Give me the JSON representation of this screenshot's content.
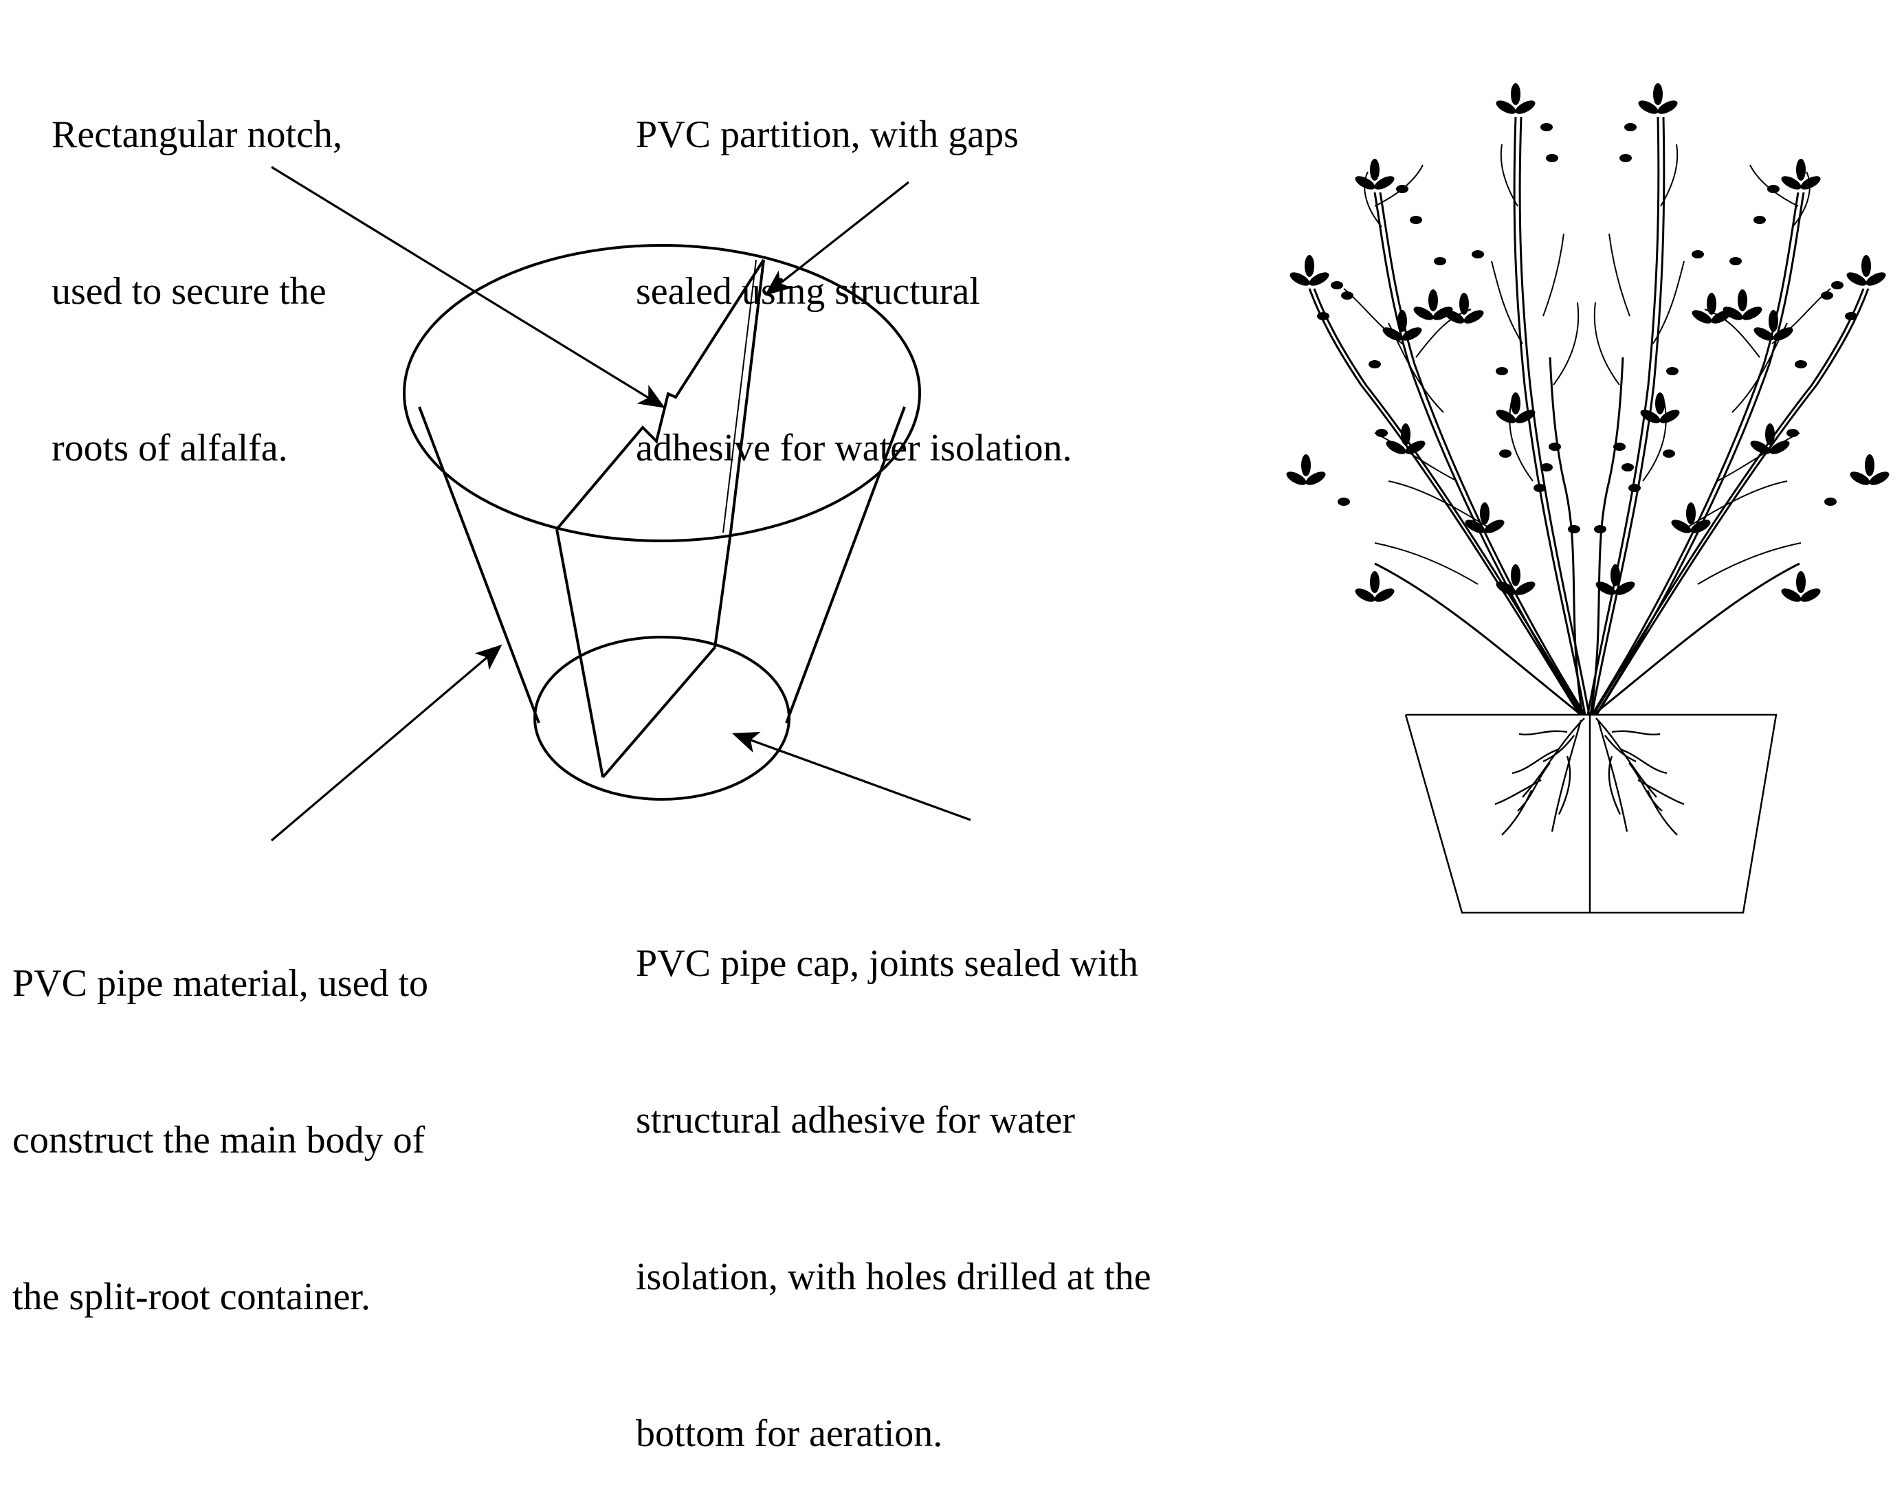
{
  "annotations": {
    "notch": {
      "lines": [
        "Rectangular notch,",
        "used to secure the",
        "roots of alfalfa."
      ]
    },
    "partition": {
      "lines": [
        "PVC partition, with gaps",
        "sealed using structural",
        "adhesive for water isolation."
      ]
    },
    "pipe_material": {
      "lines": [
        "PVC pipe material, used to",
        "construct the main body of",
        "the split-root container."
      ]
    },
    "pipe_cap": {
      "lines": [
        "PVC pipe cap, joints sealed with",
        "structural adhesive for water",
        "isolation, with holes drilled at the",
        "bottom for aeration."
      ]
    }
  },
  "colors": {
    "ink": "#000000",
    "background": "#ffffff"
  }
}
